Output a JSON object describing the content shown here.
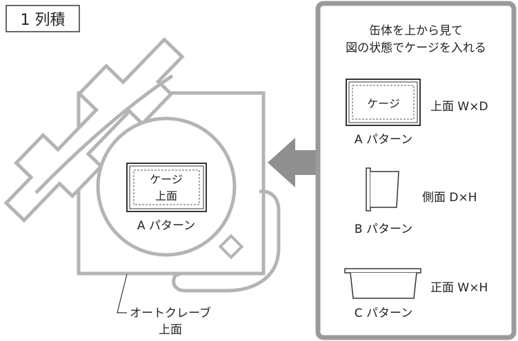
{
  "title_box": {
    "label": "1 列積"
  },
  "autoclave": {
    "cage_line1": "ケージ",
    "cage_line2": "上面",
    "pattern_label": "A パターン",
    "caption_line1": "オートクレーブ",
    "caption_line2": "上面"
  },
  "legend": {
    "heading_line1": "缶体を上から見て",
    "heading_line2": "図の状態でケージを入れる",
    "patterns": [
      {
        "inner_label": "ケージ",
        "label": "A パターン",
        "view": "上面 W×D"
      },
      {
        "inner_label": "",
        "label": "B パターン",
        "view": "側面 D×H"
      },
      {
        "inner_label": "",
        "label": "C パターン",
        "view": "正面 W×H"
      }
    ]
  },
  "colors": {
    "outline_gray": "#b4b4b4",
    "arrow_gray": "#8f8f8f",
    "panel_border": "#9a9a9a",
    "ink": "#222222"
  },
  "icons": {
    "insert_arrow": "left-arrow-icon"
  }
}
